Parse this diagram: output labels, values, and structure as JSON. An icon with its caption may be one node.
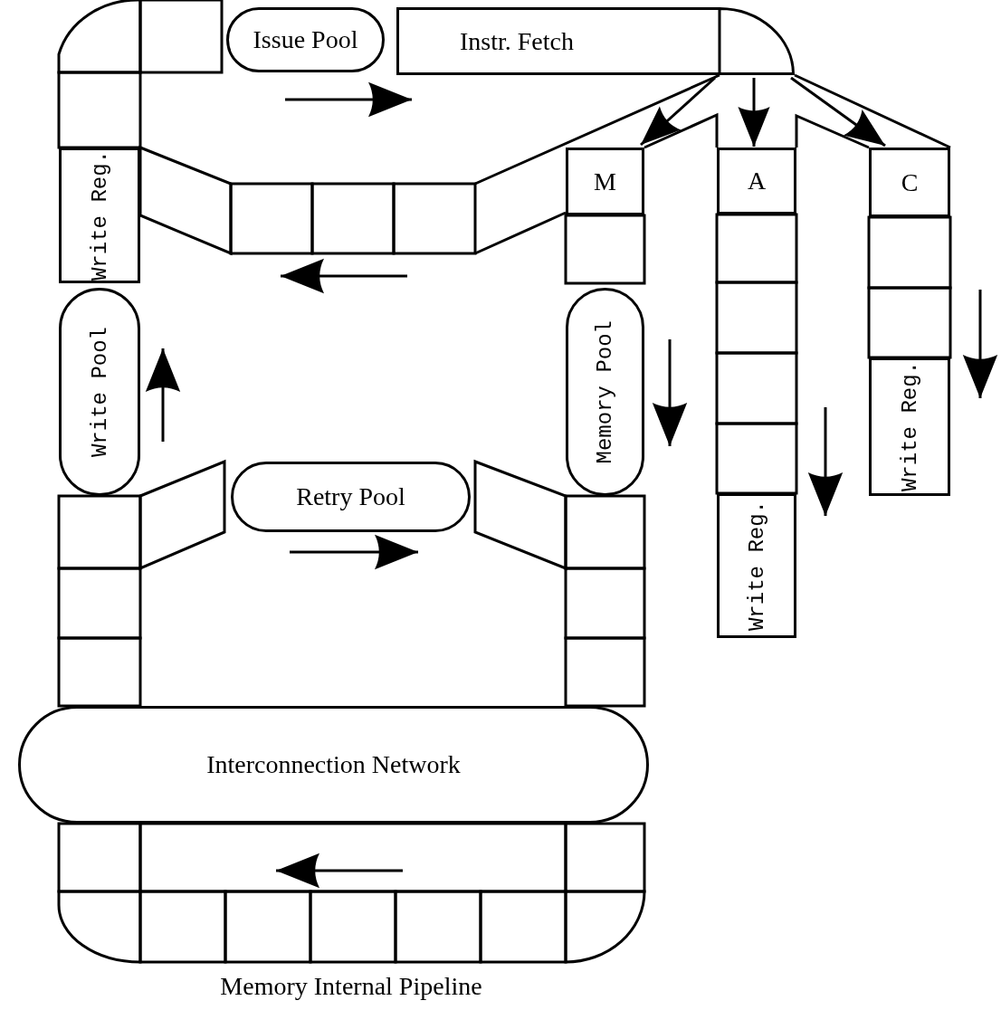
{
  "diagram": {
    "caption": "Memory Internal Pipeline",
    "nodes": [
      {
        "text": [
          "Issue Pool"
        ]
      },
      {
        "text": [
          "Instr. Fetch"
        ]
      },
      {
        "text": [
          "Write Reg."
        ]
      },
      {
        "text": [
          "M"
        ]
      },
      {
        "text": [
          "A"
        ]
      },
      {
        "text": [
          "C"
        ]
      },
      {
        "text": [
          "Write Pool"
        ]
      },
      {
        "text": [
          "Memory Pool"
        ]
      },
      {
        "text": [
          "Retry Pool"
        ]
      },
      {
        "text": [
          "Write Reg."
        ]
      },
      {
        "text": [
          "Write Reg."
        ]
      },
      {
        "text": [
          "Interconnection Network"
        ]
      }
    ],
    "edges": [
      {
        "from": 1,
        "to": 3,
        "arrow": "to"
      },
      {
        "from": 1,
        "to": 4,
        "arrow": "to"
      },
      {
        "from": 1,
        "to": 5,
        "arrow": "to"
      }
    ]
  }
}
